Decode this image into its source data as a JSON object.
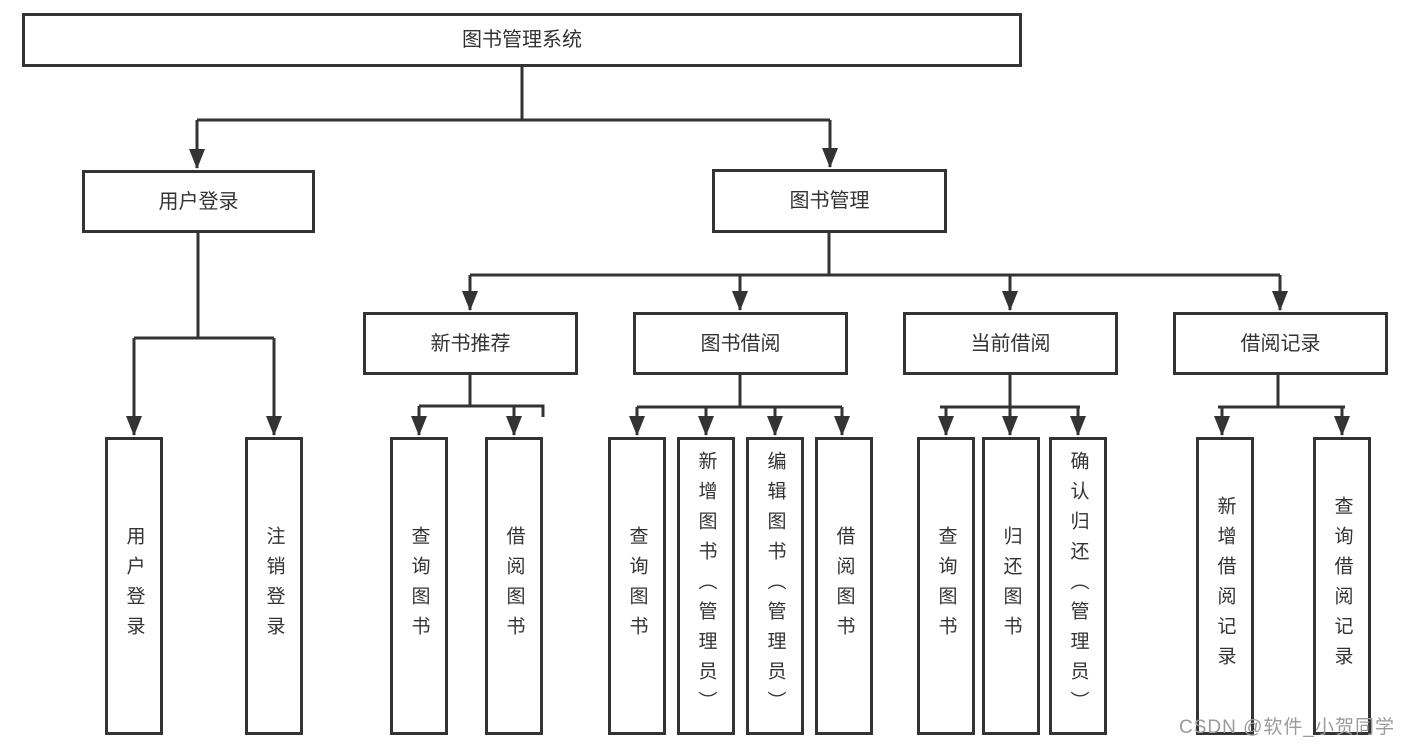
{
  "tree": {
    "root": {
      "label": "图书管理系统"
    },
    "level2": [
      {
        "label": "用户登录",
        "parent": "图书管理系统",
        "children_labels": [
          "用户登录",
          "注销登录"
        ]
      },
      {
        "label": "图书管理",
        "parent": "图书管理系统",
        "children_labels": [
          "新书推荐",
          "图书借阅",
          "当前借阅",
          "借阅记录"
        ]
      }
    ],
    "level3": [
      {
        "label": "新书推荐",
        "parent": "图书管理",
        "children_labels": [
          "查询图书",
          "借阅图书"
        ]
      },
      {
        "label": "图书借阅",
        "parent": "图书管理",
        "children_labels": [
          "查询图书",
          "新增图书（管理员）",
          "编辑图书（管理员）",
          "借阅图书"
        ]
      },
      {
        "label": "当前借阅",
        "parent": "图书管理",
        "children_labels": [
          "查询图书",
          "归还图书",
          "确认归还（管理员）"
        ]
      },
      {
        "label": "借阅记录",
        "parent": "图书管理",
        "children_labels": [
          "新增借阅记录",
          "查询借阅记录"
        ]
      }
    ],
    "leaves": [
      {
        "label": "用户登录",
        "parent": "用户登录"
      },
      {
        "label": "注销登录",
        "parent": "用户登录"
      },
      {
        "label": "查询图书",
        "parent": "新书推荐"
      },
      {
        "label": "借阅图书",
        "parent": "新书推荐"
      },
      {
        "label": "查询图书",
        "parent": "图书借阅"
      },
      {
        "label": "新增图书（管理员）",
        "parent": "图书借阅"
      },
      {
        "label": "编辑图书（管理员）",
        "parent": "图书借阅"
      },
      {
        "label": "借阅图书",
        "parent": "图书借阅"
      },
      {
        "label": "查询图书",
        "parent": "当前借阅"
      },
      {
        "label": "归还图书",
        "parent": "当前借阅"
      },
      {
        "label": "确认归还（管理员）",
        "parent": "当前借阅"
      },
      {
        "label": "新增借阅记录",
        "parent": "借阅记录"
      },
      {
        "label": "查询借阅记录",
        "parent": "借阅记录"
      }
    ]
  },
  "watermark": {
    "text": "CSDN @软件_小贺同学"
  },
  "colors": {
    "background": "#ffffff",
    "line": "#333333",
    "box_border": "#333333",
    "box_fill": "#ffffff",
    "text": "#333333",
    "watermark": "#9b9b9b"
  }
}
